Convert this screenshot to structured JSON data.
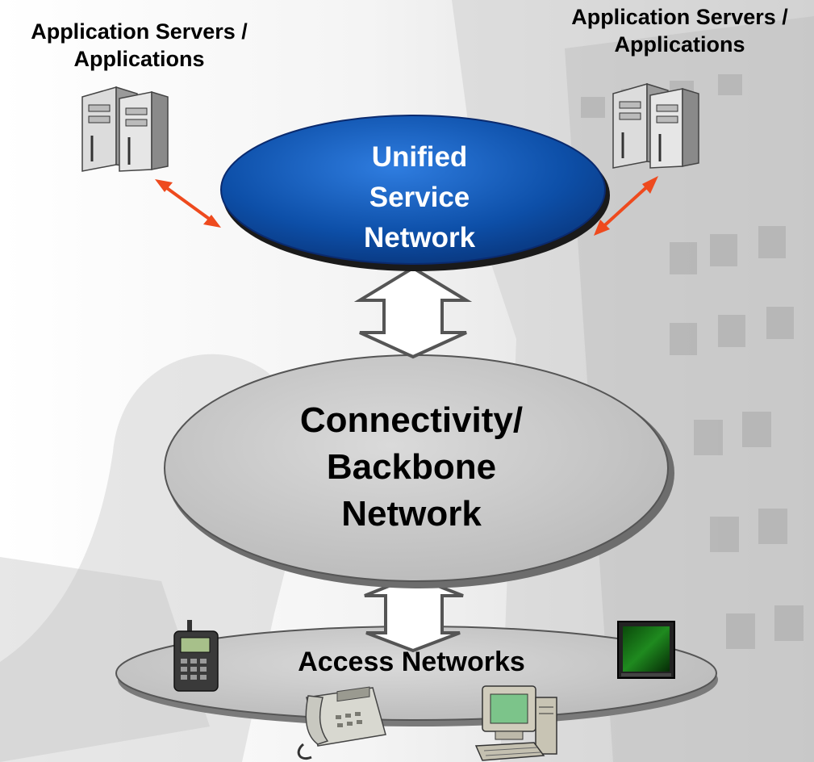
{
  "servers": {
    "left_label": [
      "Application Servers /",
      "Applications"
    ],
    "right_label": [
      "Application Servers /",
      "Applications"
    ]
  },
  "usn": {
    "lines": [
      "Unified",
      "Service",
      "Network"
    ]
  },
  "backbone": {
    "lines": [
      "Connectivity/",
      "Backbone",
      "Network"
    ]
  },
  "access": {
    "label": "Access Networks"
  },
  "colors": {
    "usn_fill": "#0d4fa8",
    "usn_edge": "#0a2a6e",
    "backbone_fill": "#c9c9c9",
    "access_fill": "#c6c6c6",
    "link_arrow": "#ee4a1e",
    "block_arrow": "#555555"
  },
  "icons": [
    "server-tower-icon",
    "mobile-phone-icon",
    "desk-phone-icon",
    "desktop-computer-icon",
    "monitor-icon"
  ]
}
